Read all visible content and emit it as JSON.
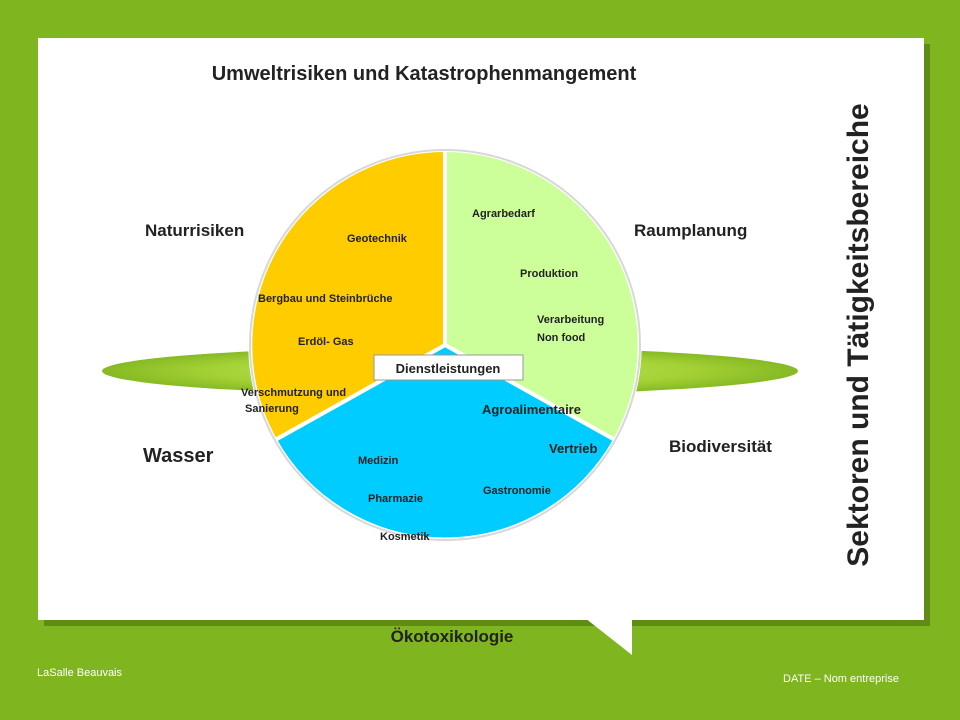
{
  "title": "Umweltrisiken und Katastrophenmangement",
  "side_title": "Sektoren und Tätigkeitsbereiche",
  "bottom_label": "Ökotoxikologie",
  "corner_labels": {
    "top_left": "Naturrisiken",
    "top_right": "Raumplanung",
    "bottom_left": "Wasser",
    "bottom_right": "Biodiversität"
  },
  "center_label": "Dienstleistungen",
  "yellow_sector": {
    "color": "#ffcc00",
    "items": [
      "Geotechnik",
      "Bergbau und Steinbrüche",
      "Erdöl- Gas",
      "Verschmutzung und",
      "Sanierung"
    ]
  },
  "green_sector": {
    "color": "#ccff99",
    "items": [
      "Agrarbedarf",
      "Produktion",
      "Verarbeitung",
      "Non food"
    ]
  },
  "blue_sector": {
    "color": "#00ccff",
    "items": [
      "Agroalimentaire",
      "Vertrieb",
      "Gastronomie",
      "Medizin",
      "Pharmazie",
      "Kosmetik"
    ]
  },
  "colors": {
    "background": "#7fb51e",
    "accent_text": "#7fb51e",
    "ellipse": "#9acd32"
  },
  "footer": {
    "left": "LaSalle Beauvais",
    "right": "DATE – Nom entreprise"
  }
}
